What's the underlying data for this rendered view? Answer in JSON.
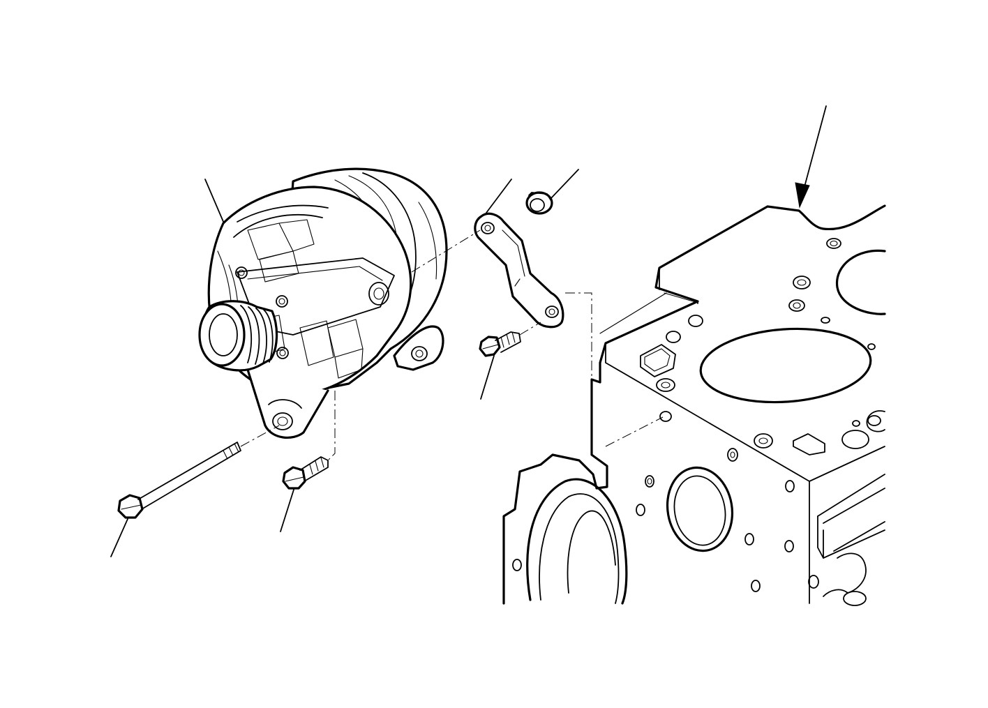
{
  "diagram": {
    "kind": "exploded-assembly-line-drawing",
    "colors": {
      "ink": "#000000",
      "paper": "#ffffff"
    },
    "parts": [
      {
        "id": "alternator"
      },
      {
        "id": "bracket"
      },
      {
        "id": "nut"
      },
      {
        "id": "bracket-bolt"
      },
      {
        "id": "long-bolt"
      },
      {
        "id": "short-bolt"
      },
      {
        "id": "engine-block"
      }
    ]
  }
}
